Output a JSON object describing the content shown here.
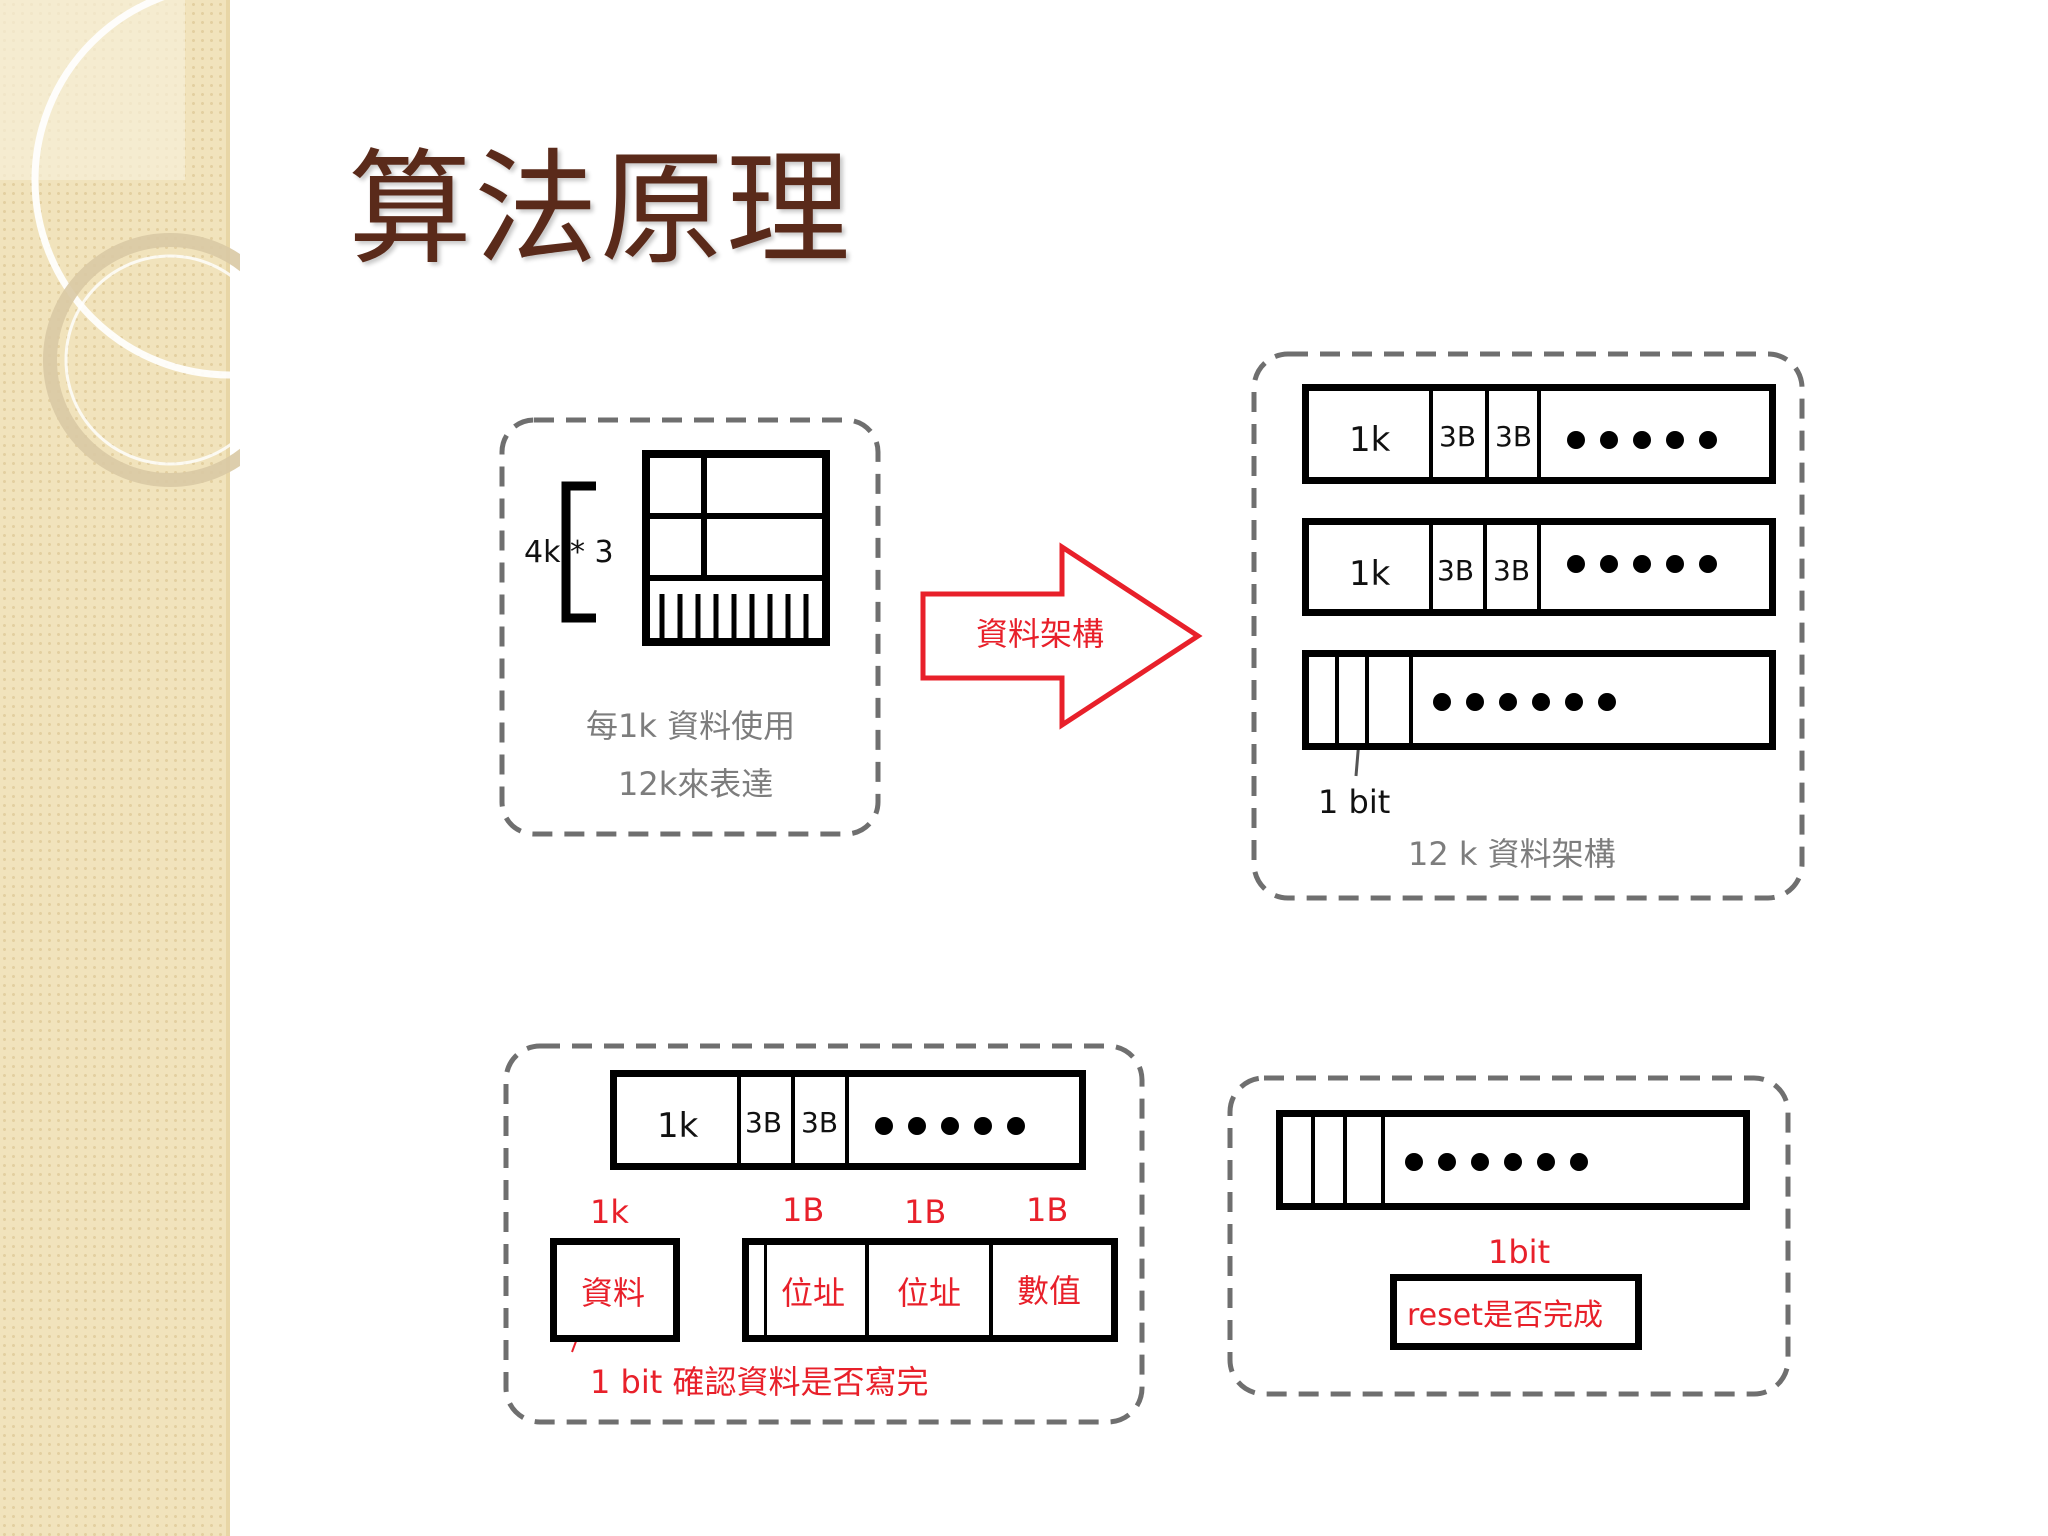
{
  "slide": {
    "title": "算法原理"
  },
  "panel1": {
    "bracket_label": "4k * 3",
    "caption_line1": "每1k 資料使用",
    "caption_line2": "12k來表達"
  },
  "arrow": {
    "label": "資料架構"
  },
  "panel2": {
    "row1": {
      "first": "1k",
      "cell_a": "3B",
      "cell_b": "3B"
    },
    "row2": {
      "first": "1k",
      "cell_a": "3B",
      "cell_b": "3B"
    },
    "bit_label": "1 bit",
    "caption": "12 k 資料架構"
  },
  "panel3": {
    "row": {
      "first": "1k",
      "cell_a": "3B",
      "cell_b": "3B"
    },
    "size_1k": "1k",
    "size_b1": "1B",
    "size_b2": "1B",
    "size_b3": "1B",
    "data_box": "資料",
    "addr1": "位址",
    "addr2": "位址",
    "value": "數值",
    "note": "1 bit 確認資料是否寫完"
  },
  "panel4": {
    "bit_label": "1bit",
    "reset_box": "reset是否完成"
  },
  "colors": {
    "title": "#5a2a1a",
    "red": "#e8202a",
    "dash": "#6f6f6f",
    "strip": "#f1e3bc"
  }
}
